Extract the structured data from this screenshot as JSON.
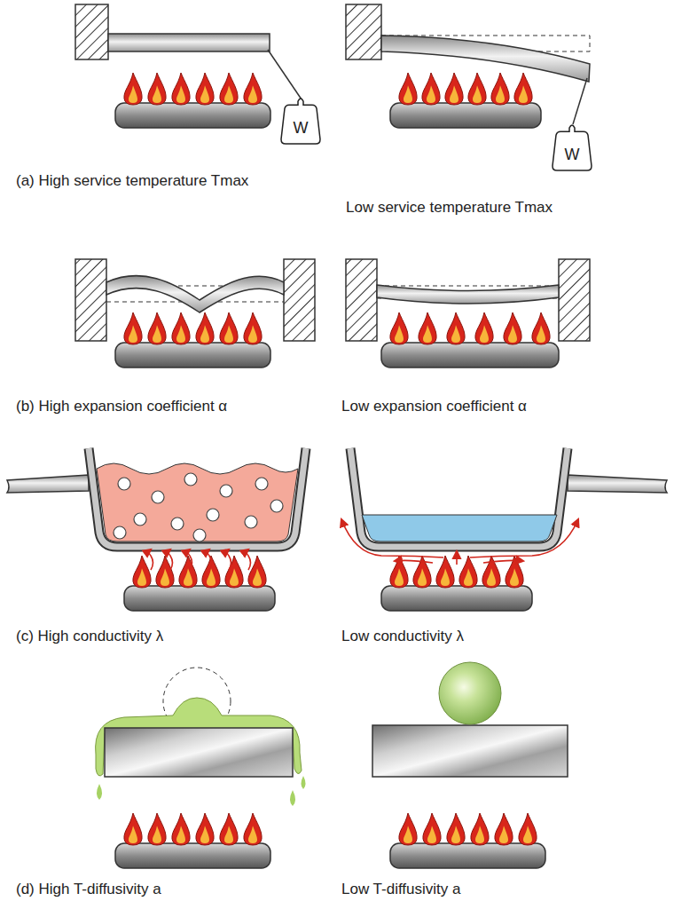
{
  "diagram": {
    "nodes": [
      {
        "text": [
          "W"
        ]
      },
      {
        "text": [
          "W"
        ]
      }
    ],
    "labels": [
      "(a) High service temperature Tmax",
      "Low service temperature Tmax",
      "(b) High expansion coefficient α",
      "Low expansion coefficient α",
      "(c) High conductivity λ",
      "Low conductivity λ",
      "(d) High T-diffusivity a",
      "Low T-diffusivity a"
    ]
  }
}
